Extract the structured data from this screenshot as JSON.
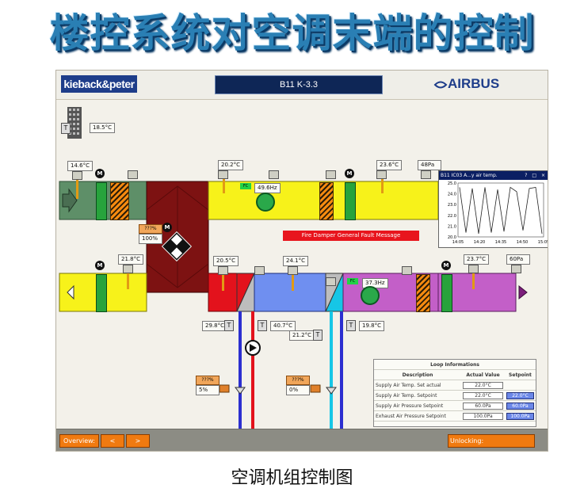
{
  "headline": "楼控系统对空调末端的控制",
  "caption": "空调机组控制图",
  "header": {
    "left_logo": "kieback&peter",
    "title": "B11 K-3.3",
    "right_logo": "AIRBUS"
  },
  "readings": {
    "room_temp": "18.5°C",
    "outdoor_temp": "14.6°C",
    "supply_temp_1": "20.2°C",
    "fan_speed": "49.6Hz",
    "supply_temp_2": "23.6°C",
    "supply_pressure": "48Pa",
    "exhaust_temp": "21.8°C",
    "mix_damper_top": "???%",
    "mix_damper": "100%",
    "heat_coil_out": "20.5°C",
    "cool_coil_out": "24.1°C",
    "return_fan_speed": "37.3Hz",
    "return_temp": "23.7°C",
    "return_pressure": "60Pa",
    "heat_water_left": "29.8°C",
    "heat_water_right": "40.7°C",
    "cool_water_left": "21.2°C",
    "cool_water_right": "19.8°C",
    "heat_valve_top": "???%",
    "heat_valve": "5%",
    "cool_valve_top": "???%",
    "cool_valve": "0%"
  },
  "symbols": {
    "motor": "M",
    "temp_sensor": "T",
    "fc": "FC"
  },
  "alarm": "Fire Damper General Fault Message",
  "trend": {
    "title": "B11 IC03 A...y air temp.",
    "y_ticks": [
      "25.0",
      "24.0",
      "23.0",
      "22.0",
      "21.0",
      "20.0"
    ],
    "x_ticks": [
      "14:05",
      "14:20",
      "14:35",
      "14:50",
      "15:05"
    ],
    "ylim": [
      20.0,
      25.0
    ],
    "series": [
      24.6,
      20.4,
      24.5,
      20.3,
      24.6,
      20.4,
      24.4,
      20.5,
      24.6,
      24.2,
      20.6,
      24.5,
      24.6,
      20.3
    ]
  },
  "loop": {
    "title": "Loop Informations",
    "columns": [
      "Description",
      "Actual Value",
      "Setpoint"
    ],
    "rows": [
      {
        "desc": "Supply Air Temp. Set actual",
        "actual": "22.0°C",
        "setpoint": ""
      },
      {
        "desc": "Supply Air Temp. Setpoint",
        "actual": "22.0°C",
        "setpoint": "22.0°C"
      },
      {
        "desc": "Supply Air Pressure Setpoint",
        "actual": "60.0Pa",
        "setpoint": "60.0Pa"
      },
      {
        "desc": "Exhaust Air Pressure Setpoint",
        "actual": "100.0Pa",
        "setpoint": "100.0Pa"
      }
    ]
  },
  "footer": {
    "overview_label": "Overview:",
    "prev": "<",
    "next": ">",
    "unlocking": "Unlocking:"
  },
  "colors": {
    "supply_duct": "#f7f21a",
    "outside_section": "#5e8f68",
    "mix_box": "#7d1212",
    "heat_section": "#e3121c",
    "cool_section": "#6f8ff0",
    "return_section": "#c35fc8",
    "hot_pipe": "#e3121c",
    "cold_pipe": "#16c6e6",
    "return_pipe": "#2c2fd0"
  }
}
